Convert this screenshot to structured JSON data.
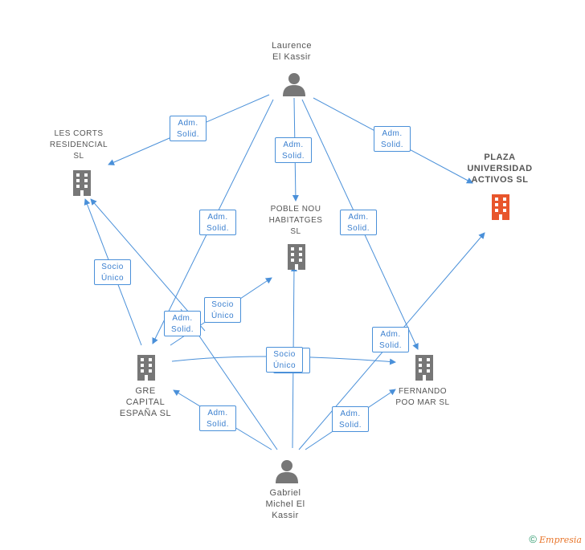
{
  "colors": {
    "edge": "#4a90d9",
    "person": "#777777",
    "company": "#777777",
    "highlight": "#e8562c"
  },
  "nodes": {
    "laurence": {
      "label": "Laurence\nEl Kassir",
      "type": "person"
    },
    "gabriel": {
      "label": "Gabriel\nMichel El\nKassir",
      "type": "person"
    },
    "les_corts": {
      "label": "LES CORTS\nRESIDENCIAL\nSL",
      "type": "company"
    },
    "plaza": {
      "label": "PLAZA\nUNIVERSIDAD\nACTIVOS SL",
      "type": "company-highlight"
    },
    "poble_nou": {
      "label": "POBLE NOU\nHABITATGES\nSL",
      "type": "company"
    },
    "gre": {
      "label": "GRE\nCAPITAL\nESPAÑA SL",
      "type": "company"
    },
    "fernando": {
      "label": "FERNANDO\nPOO MAR SL",
      "type": "company"
    }
  },
  "badges": [
    "Adm.\nSolid.",
    "Adm.\nSolid.",
    "Adm.\nSolid.",
    "Adm.\nSolid.",
    "Adm.\nSolid.",
    "Socio\nÚnico",
    "Adm.\nSolid.",
    "Socio\nÚnico",
    "Adm.\nSolid.",
    "Socio\nÚnico",
    "Adm.\nSolid.",
    "Adm.\nSolid."
  ],
  "footer": {
    "copyright": "©",
    "brand": "Empresia"
  }
}
